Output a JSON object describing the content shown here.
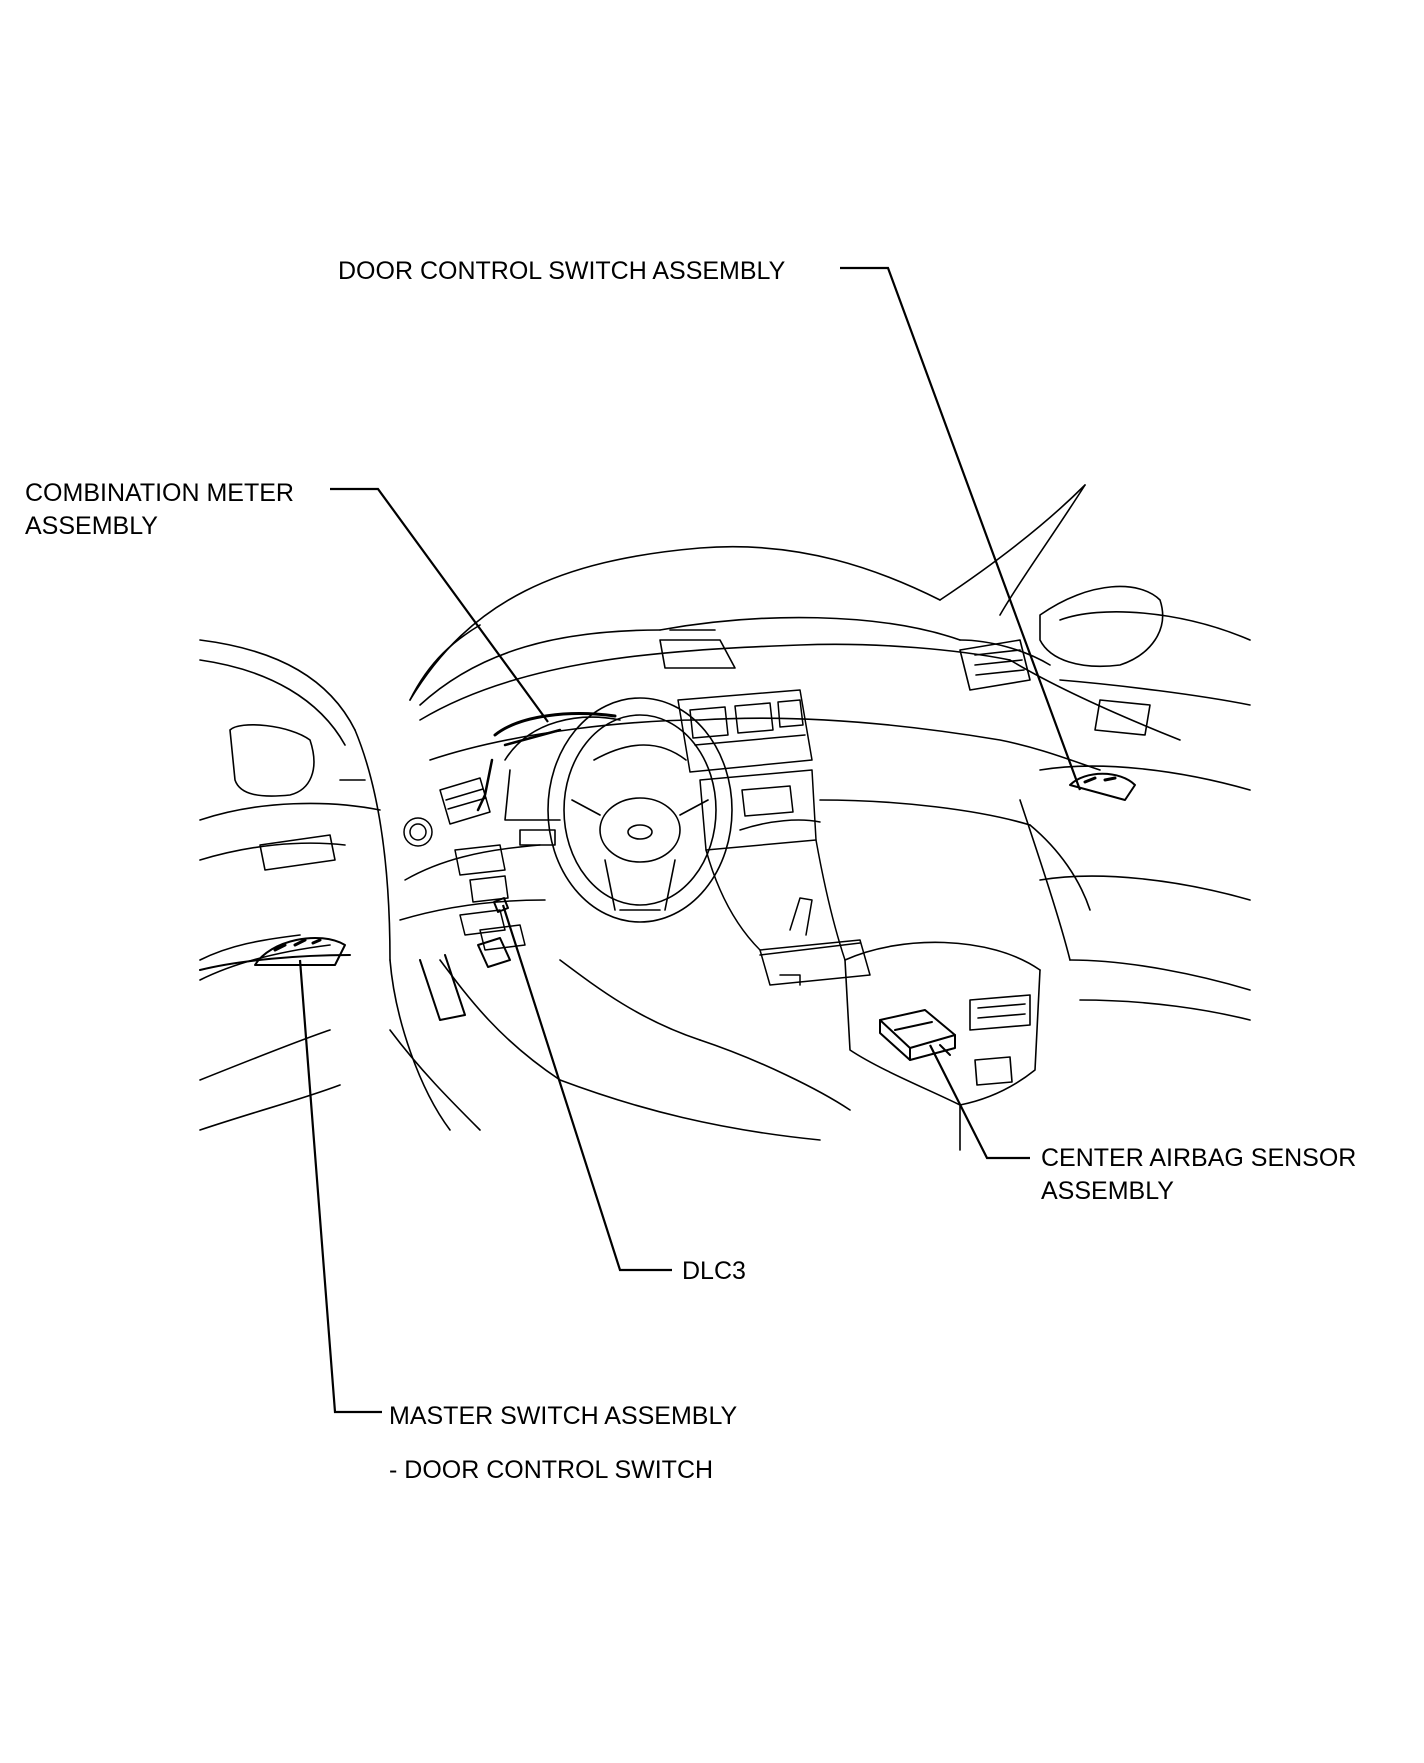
{
  "labels": {
    "door_control_switch": "DOOR CONTROL SWITCH ASSEMBLY",
    "combination_meter_line1": "COMBINATION METER",
    "combination_meter_line2": "ASSEMBLY",
    "center_airbag_line1": "CENTER AIRBAG SENSOR",
    "center_airbag_line2": "ASSEMBLY",
    "dlc3": "DLC3",
    "master_switch": "MASTER SWITCH ASSEMBLY",
    "master_switch_sub": "- DOOR CONTROL SWITCH"
  },
  "colors": {
    "ink": "#000000",
    "background": "#ffffff"
  }
}
